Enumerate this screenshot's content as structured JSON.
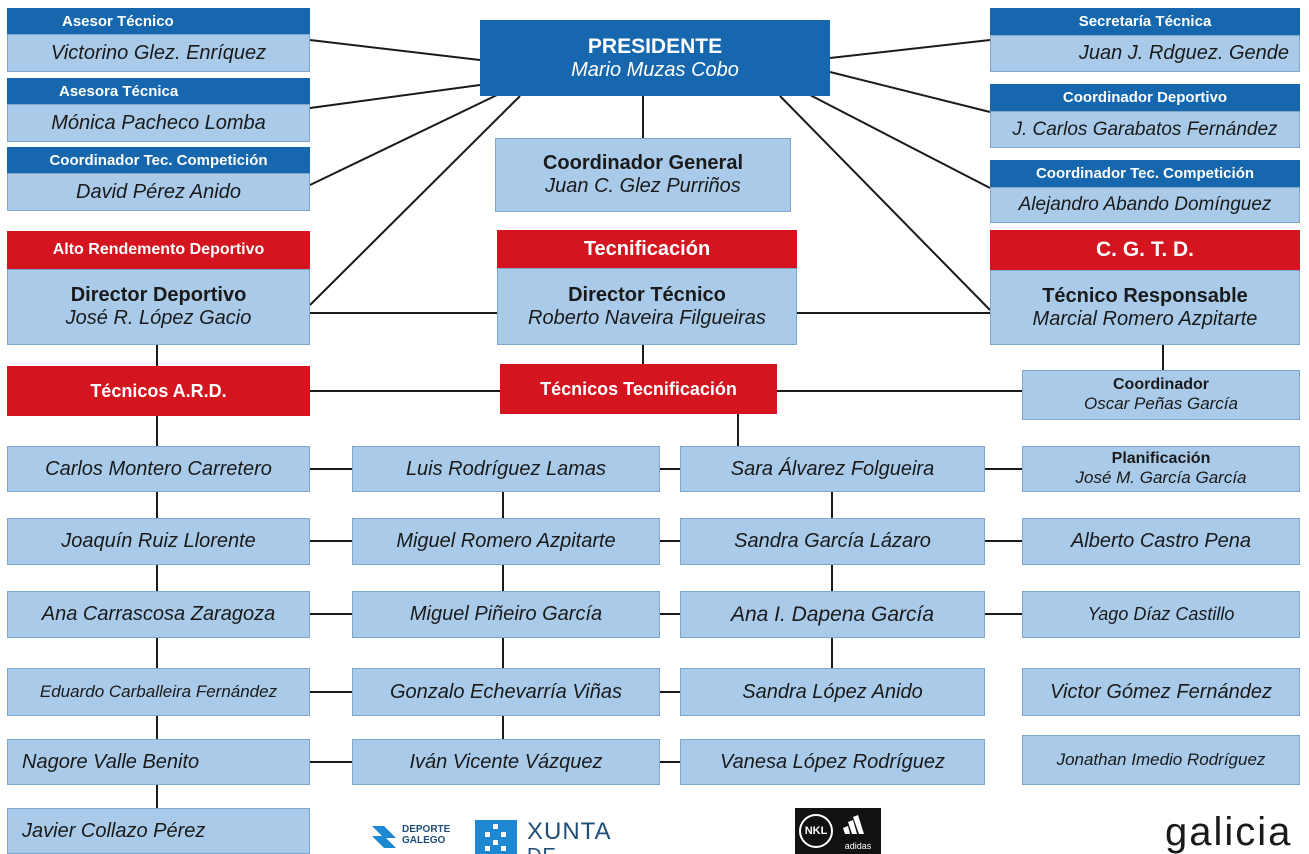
{
  "president": {
    "title": "PRESIDENTE",
    "name": "Mario Muzas Cobo"
  },
  "left_top": [
    {
      "role": "Asesor Técnico",
      "name": "Victorino Glez. Enríquez"
    },
    {
      "role": "Asesora Técnica",
      "name": "Mónica Pacheco Lomba"
    },
    {
      "role": "Coordinador Tec. Competición",
      "name": "David Pérez Anido"
    }
  ],
  "right_top": [
    {
      "role": "Secretaría Técnica",
      "name": "Juan J. Rdguez. Gende"
    },
    {
      "role": "Coordinador Deportivo",
      "name": "J. Carlos Garabatos Fernández"
    },
    {
      "role": "Coordinador Tec. Competición",
      "name": "Alejandro Abando Domínguez"
    }
  ],
  "general": {
    "title": "Coordinador General",
    "name": "Juan C. Glez Purriños"
  },
  "ard": {
    "header": "Alto Rendemento Deportivo",
    "title": "Director  Deportivo",
    "name": "José R. López Gacio"
  },
  "tec": {
    "header": "Tecnificación",
    "title": "Director Técnico",
    "name": "Roberto Naveira Filgueiras"
  },
  "cgtd": {
    "header": "C. G. T. D.",
    "title": "Técnico Responsable",
    "name": "Marcial Romero Azpitarte"
  },
  "tecnicos_ard": "Técnicos A.R.D.",
  "tecnicos_tec": "Técnicos Tecnificación",
  "coordinador": {
    "title": "Coordinador",
    "name": "Oscar Peñas García"
  },
  "planificacion": {
    "title": "Planificación",
    "name": "José M. García García"
  },
  "col1": [
    "Carlos Montero Carretero",
    "Joaquín Ruiz Llorente",
    "Ana Carrascosa Zaragoza",
    "Eduardo Carballeira Fernández",
    "Nagore Valle Benito",
    "Javier Collazo Pérez"
  ],
  "col2": [
    "Luis Rodríguez Lamas",
    "Miguel Romero Azpitarte",
    "Miguel Piñeiro García",
    "Gonzalo Echevarría Viñas",
    "Iván Vicente Vázquez"
  ],
  "col3": [
    "Sara Álvarez Folgueira",
    "Sandra García Lázaro",
    "Ana I. Dapena García",
    "Sandra López Anido",
    "Vanesa López Rodríguez"
  ],
  "col4": [
    "Alberto Castro Pena",
    "Yago Díaz Castillo",
    "Victor Gómez Fernández",
    "Jonathan Imedio Rodríguez"
  ],
  "logos": {
    "deporte_line1": "DEPORTE",
    "deporte_line2": "GALEGO",
    "xunta_line1": "XUNTA",
    "xunta_line2": "DE GALICIA",
    "nkl": "NKL",
    "adidas": "adidas",
    "galicia": "galicia"
  },
  "colors": {
    "header_blue": "#1667ad",
    "header_red": "#d4141e",
    "box_fill": "#a9cbe9"
  }
}
